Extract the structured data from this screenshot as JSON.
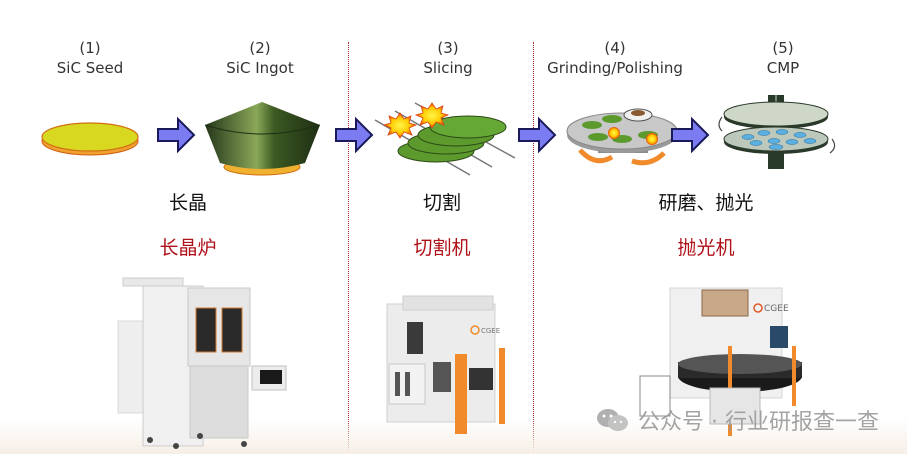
{
  "steps": [
    {
      "number": "(1)",
      "name": "SiC Seed"
    },
    {
      "number": "(2)",
      "name": "SiC Ingot"
    },
    {
      "number": "(3)",
      "name": "Slicing"
    },
    {
      "number": "(4)",
      "name": "Grinding/Polishing"
    },
    {
      "number": "(5)",
      "name": "CMP"
    }
  ],
  "processes": [
    {
      "process": "长晶",
      "equipment": "长晶炉"
    },
    {
      "process": "切割",
      "equipment": "切割机"
    },
    {
      "process": "研磨、抛光",
      "equipment": "抛光机"
    }
  ],
  "machines": [
    {
      "icon": "crystal-growth-furnace",
      "brand": ""
    },
    {
      "icon": "slicing-machine",
      "brand": "CGEE"
    },
    {
      "icon": "polishing-machine",
      "brand": "CGEE"
    }
  ],
  "watermark": {
    "text": "公众号 · 行业研报查一查",
    "icon": "wechat-icon"
  },
  "colors": {
    "arrow_fill": "#7b7cf2",
    "arrow_stroke": "#1a1a5a",
    "equipment_text": "#b01018",
    "divider": "#b03030",
    "seed_yellow": "#d8d820",
    "ingot_green": "#3c5a22",
    "wafer_green": "#5c9a2e",
    "machine_orange": "#f08a2a"
  }
}
